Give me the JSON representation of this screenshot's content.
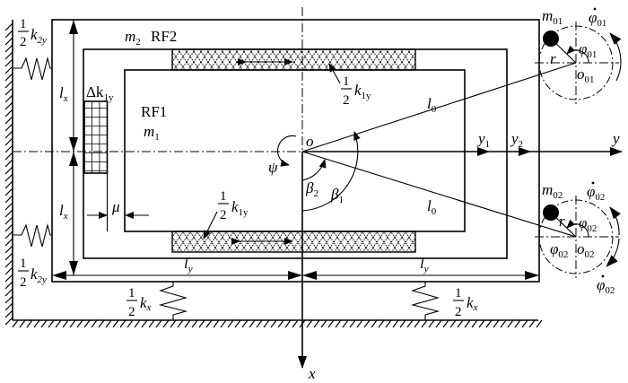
{
  "diagram": {
    "title": "Dual-rotor vibrating system with two rigid frames",
    "labels": {
      "m2_rf2": "RF2",
      "m2": "m",
      "m2_sub": "2",
      "rf1": "RF1",
      "m1": "m",
      "m1_sub": "1",
      "half_num": "1",
      "half_den": "2",
      "k": "k",
      "k2y_sub": "2y",
      "k1y_sub": "1y",
      "kx_sub": "x",
      "delta_k1y": "Δk",
      "delta_k1y_sub": "1y",
      "lx": "l",
      "lx_sub": "x",
      "ly": "l",
      "ly_sub": "y",
      "l0": "l",
      "l0_sub": "0",
      "mu": "μ",
      "origin": "o",
      "psi": "ψ",
      "beta1": "β",
      "beta1_sub": "1",
      "beta2": "β",
      "beta2_sub": "2",
      "y1": "y",
      "y1_sub": "1",
      "y2": "y",
      "y2_sub": "2",
      "y_axis": "y",
      "x_axis": "x",
      "r": "r",
      "m01": "m",
      "m01_sub": "01",
      "m02": "m",
      "m02_sub": "02",
      "phi": "φ",
      "phi01_sub": "01",
      "phi02_sub": "02",
      "o01": "o",
      "o01_sub": "01",
      "o02": "o",
      "o02_sub": "02"
    }
  }
}
